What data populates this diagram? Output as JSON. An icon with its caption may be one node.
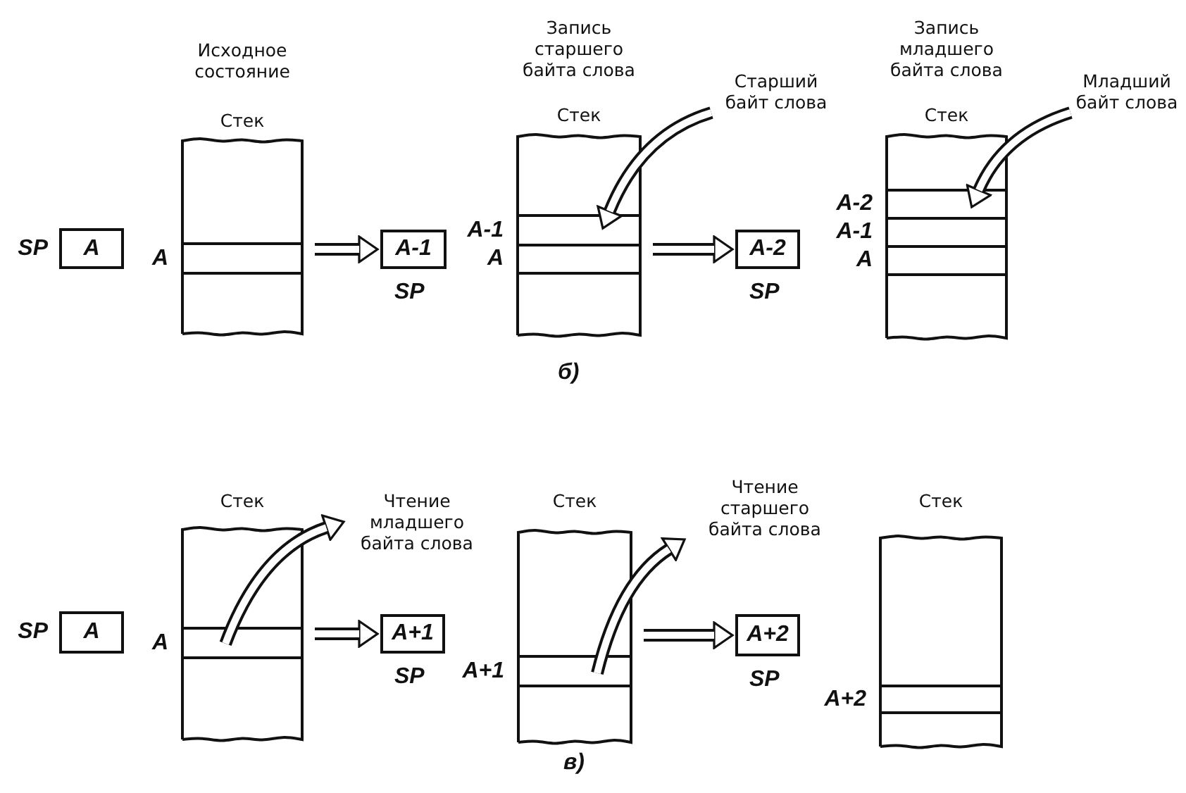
{
  "diagram": {
    "nodes": [
      {
        "text": [
          "A"
        ],
        "beside": [
          "SP"
        ]
      },
      {
        "text": [
          "Исходное состояние",
          "Стек"
        ]
      },
      {
        "text": [],
        "shape": "box",
        "in": 1,
        "beside": [
          "A"
        ]
      },
      {
        "text": [
          "A-1"
        ],
        "beside": [
          "SP"
        ]
      },
      {
        "text": [
          "Запись старшего байта слова",
          "Стек"
        ]
      },
      {
        "text": [],
        "shape": "box",
        "in": 4,
        "beside": [
          "A-1"
        ]
      },
      {
        "text": [],
        "shape": "box",
        "in": 4,
        "beside": [
          "A"
        ]
      },
      {
        "text": [
          "Старший байт слова"
        ]
      },
      {
        "text": [
          "A-2"
        ],
        "beside": [
          "SP"
        ]
      },
      {
        "text": [
          "Запись младшего байта слова",
          "Стек"
        ]
      },
      {
        "text": [],
        "shape": "box",
        "in": 9,
        "beside": [
          "A-2"
        ]
      },
      {
        "text": [],
        "shape": "box",
        "in": 9,
        "beside": [
          "A-1"
        ]
      },
      {
        "text": [],
        "shape": "box",
        "in": 9,
        "beside": [
          "A"
        ]
      },
      {
        "text": [
          "Младший байт слова"
        ]
      },
      {
        "text": [
          "A"
        ],
        "beside": [
          "SP"
        ]
      },
      {
        "text": [
          "Стек"
        ]
      },
      {
        "text": [],
        "shape": "box",
        "in": 15,
        "beside": [
          "A"
        ]
      },
      {
        "text": [
          "Чтение младшего байта слова"
        ]
      },
      {
        "text": [
          "A+1"
        ],
        "beside": [
          "SP"
        ]
      },
      {
        "text": [
          "Стек"
        ]
      },
      {
        "text": [],
        "shape": "box",
        "in": 19,
        "beside": [
          "A+1"
        ]
      },
      {
        "text": [
          "Чтение старшего байта слова"
        ]
      },
      {
        "text": [
          "A+2"
        ],
        "beside": [
          "SP"
        ]
      },
      {
        "text": [
          "Стек"
        ]
      },
      {
        "text": [],
        "shape": "box",
        "in": 23,
        "beside": [
          "A+2"
        ]
      }
    ],
    "edges": [
      {
        "from": 1,
        "to": 3,
        "arrow": "to"
      },
      {
        "from": 7,
        "to": 5,
        "arrow": "to"
      },
      {
        "from": 4,
        "to": 8,
        "arrow": "to"
      },
      {
        "from": 13,
        "to": 10,
        "arrow": "to"
      },
      {
        "from": 16,
        "to": 17,
        "arrow": "to"
      },
      {
        "from": 15,
        "to": 18,
        "arrow": "to"
      },
      {
        "from": 20,
        "to": 21,
        "arrow": "to"
      },
      {
        "from": 19,
        "to": 22,
        "arrow": "to"
      }
    ],
    "labels": [
      "б)",
      "в)"
    ]
  }
}
